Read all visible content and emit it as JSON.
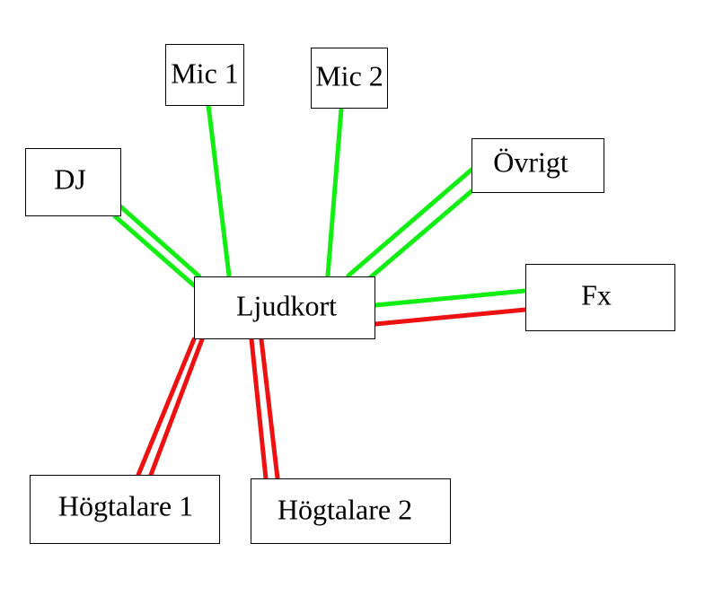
{
  "colors": {
    "input_wire": "#11ee11",
    "output_wire": "#ee1111"
  },
  "nodes": {
    "dj": {
      "label": "DJ"
    },
    "mic1": {
      "label": "Mic 1"
    },
    "mic2": {
      "label": "Mic 2"
    },
    "ovrigt": {
      "label": "Övrigt"
    },
    "fx": {
      "label": "Fx"
    },
    "ljudkort": {
      "label": "Ljudkort"
    },
    "hogtalare1": {
      "label": "Högtalare 1"
    },
    "hogtalare2": {
      "label": "Högtalare 2"
    }
  },
  "connections": [
    {
      "from": "dj",
      "to": "ljudkort",
      "kind": "input",
      "count": 2
    },
    {
      "from": "mic1",
      "to": "ljudkort",
      "kind": "input",
      "count": 1
    },
    {
      "from": "mic2",
      "to": "ljudkort",
      "kind": "input",
      "count": 1
    },
    {
      "from": "ovrigt",
      "to": "ljudkort",
      "kind": "input",
      "count": 2
    },
    {
      "from": "fx",
      "to": "ljudkort",
      "kind": "input",
      "count": 1
    },
    {
      "from": "ljudkort",
      "to": "fx",
      "kind": "output",
      "count": 1
    },
    {
      "from": "ljudkort",
      "to": "hogtalare1",
      "kind": "output",
      "count": 2
    },
    {
      "from": "ljudkort",
      "to": "hogtalare2",
      "kind": "output",
      "count": 2
    }
  ]
}
